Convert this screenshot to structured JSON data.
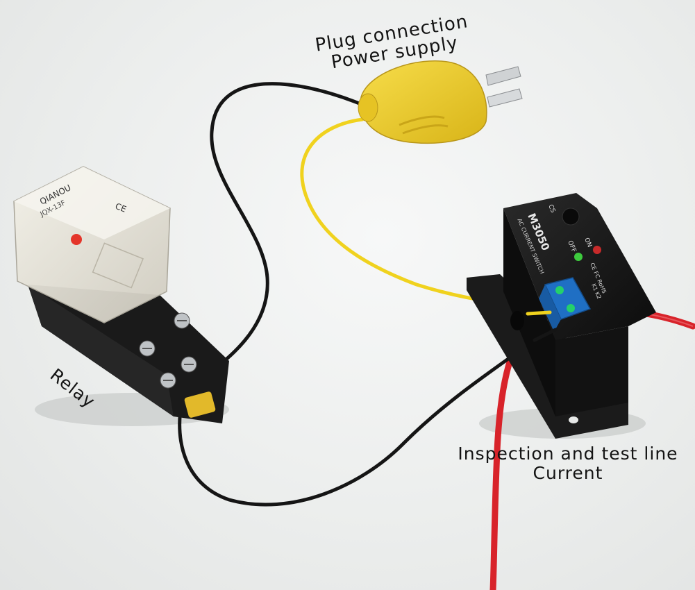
{
  "captions": {
    "plug_line1": "Plug connection",
    "plug_line2": "Power supply",
    "relay": "Relay",
    "current_line1": "Inspection and test line",
    "current_line2": "Current"
  },
  "relay_markings": {
    "brand": "QIANOU",
    "model": "JQX-13F",
    "ce": "CE"
  },
  "sensor_markings": {
    "model": "M3050",
    "type": "AC CURRENT SWITCH",
    "on": "ON",
    "off": "OFF",
    "cs": "CS",
    "terminals": "K1  K2",
    "cert": "CE FC RoHS"
  },
  "colors": {
    "plug": "#f2cf2a",
    "yellow_wire": "#f0d21e",
    "red_wire": "#d8232a",
    "black_wire": "#151515",
    "terminal_block": "#1f6fc4",
    "sensor_body": "#161616",
    "relay_base": "#1a1a1a"
  }
}
